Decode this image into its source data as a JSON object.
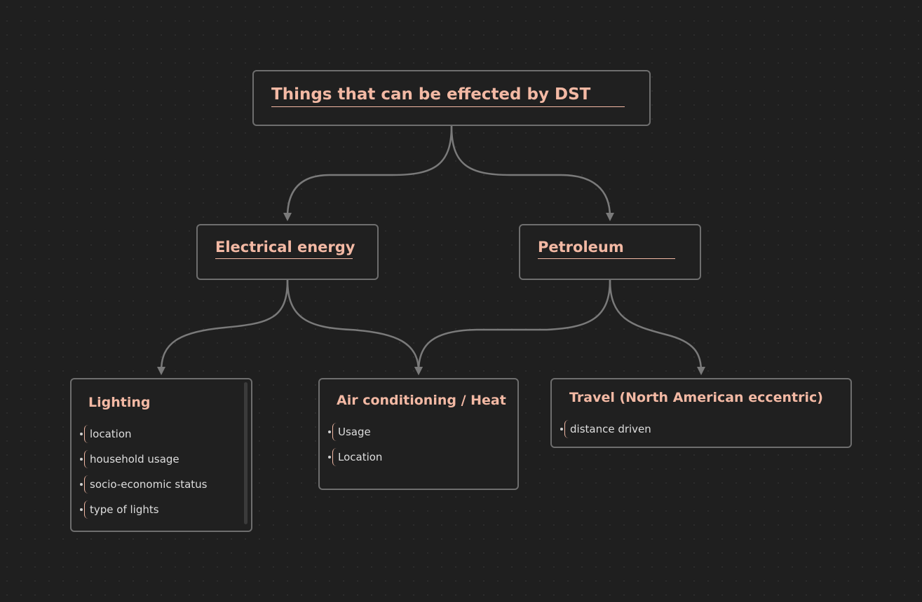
{
  "colors": {
    "background": "#1f1f1f",
    "node_border": "#6e6e6e",
    "title": "#f3b9a4",
    "edge": "#7a7a7a",
    "item_text": "#dedede"
  },
  "nodes": {
    "root": {
      "title": "Things that can be effected by DST"
    },
    "electrical": {
      "title": "Electrical energy"
    },
    "petroleum": {
      "title": "Petroleum"
    },
    "lighting": {
      "title": "Lighting",
      "items": [
        "location",
        "household usage",
        "socio-economic status",
        "type of lights"
      ]
    },
    "ac_heat": {
      "title": "Air conditioning / Heat",
      "items": [
        "Usage",
        "Location"
      ]
    },
    "travel": {
      "title": "Travel (North American eccentric)",
      "items": [
        "distance driven"
      ]
    }
  }
}
